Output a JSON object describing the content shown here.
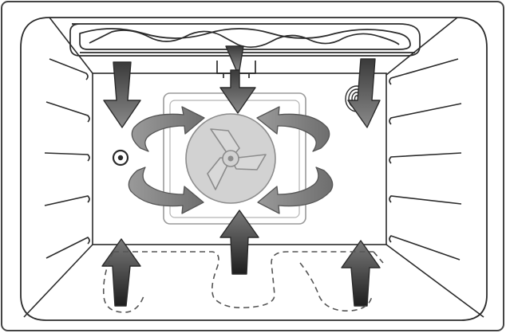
{
  "diagram": {
    "kind": "oven-airflow-schematic",
    "text_labels": [],
    "elements": {
      "outer_frame": "frame",
      "oven_cavity": "cavity",
      "top_heating_element": "heating-coil",
      "rear_fan": "convection-fan",
      "fan_cover": "fan-cover-panel",
      "temperature_sensor": "sensor",
      "side_rack_rails": "rack-rails",
      "airflow_arrows": "arrows",
      "bottom_circulation": "dashed-airflow-path"
    },
    "colors": {
      "line": "#2b2b2b",
      "frame": "#444444",
      "arrow_dark_top": "#6a6a6a",
      "arrow_dark_bottom": "#222222",
      "arrow_grey": "#8a8a8a",
      "fan_disc": "#d2d2d2",
      "fan_stroke": "#8c8c8c",
      "panel_stroke": "#9a9a9a"
    }
  }
}
